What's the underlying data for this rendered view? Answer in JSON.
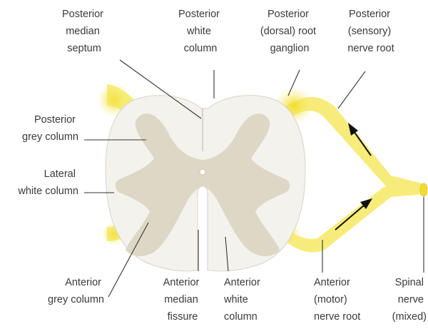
{
  "labels": {
    "posterior_median_septum": [
      "Posterior",
      "median",
      "septum"
    ],
    "posterior_white_column": [
      "Posterior",
      "white",
      "column"
    ],
    "posterior_root_ganglion": [
      "Posterior",
      "(dorsal) root",
      "ganglion"
    ],
    "posterior_nerve_root": [
      "Posterior",
      "(sensory)",
      "nerve root"
    ],
    "posterior_grey_column": [
      "Posterior",
      "grey column"
    ],
    "lateral_white_column": [
      "Lateral",
      "white column"
    ],
    "anterior_grey_column": [
      "Anterior",
      "grey column"
    ],
    "anterior_median_fissure": [
      "Anterior",
      "median",
      "fissure"
    ],
    "anterior_white_column": [
      "Anterior",
      "white",
      "column"
    ],
    "anterior_nerve_root": [
      "Anterior",
      "(motor)",
      "nerve root"
    ],
    "spinal_nerve": [
      "Spinal",
      "nerve",
      "(mixed)"
    ]
  },
  "colors": {
    "white_matter": "#f4f2ec",
    "grey_matter": "#ddd8c6",
    "nerve": "#f7ec7a",
    "ganglion_glow": "#fbf3a8",
    "leader": "#333333",
    "arrow": "#111111"
  }
}
